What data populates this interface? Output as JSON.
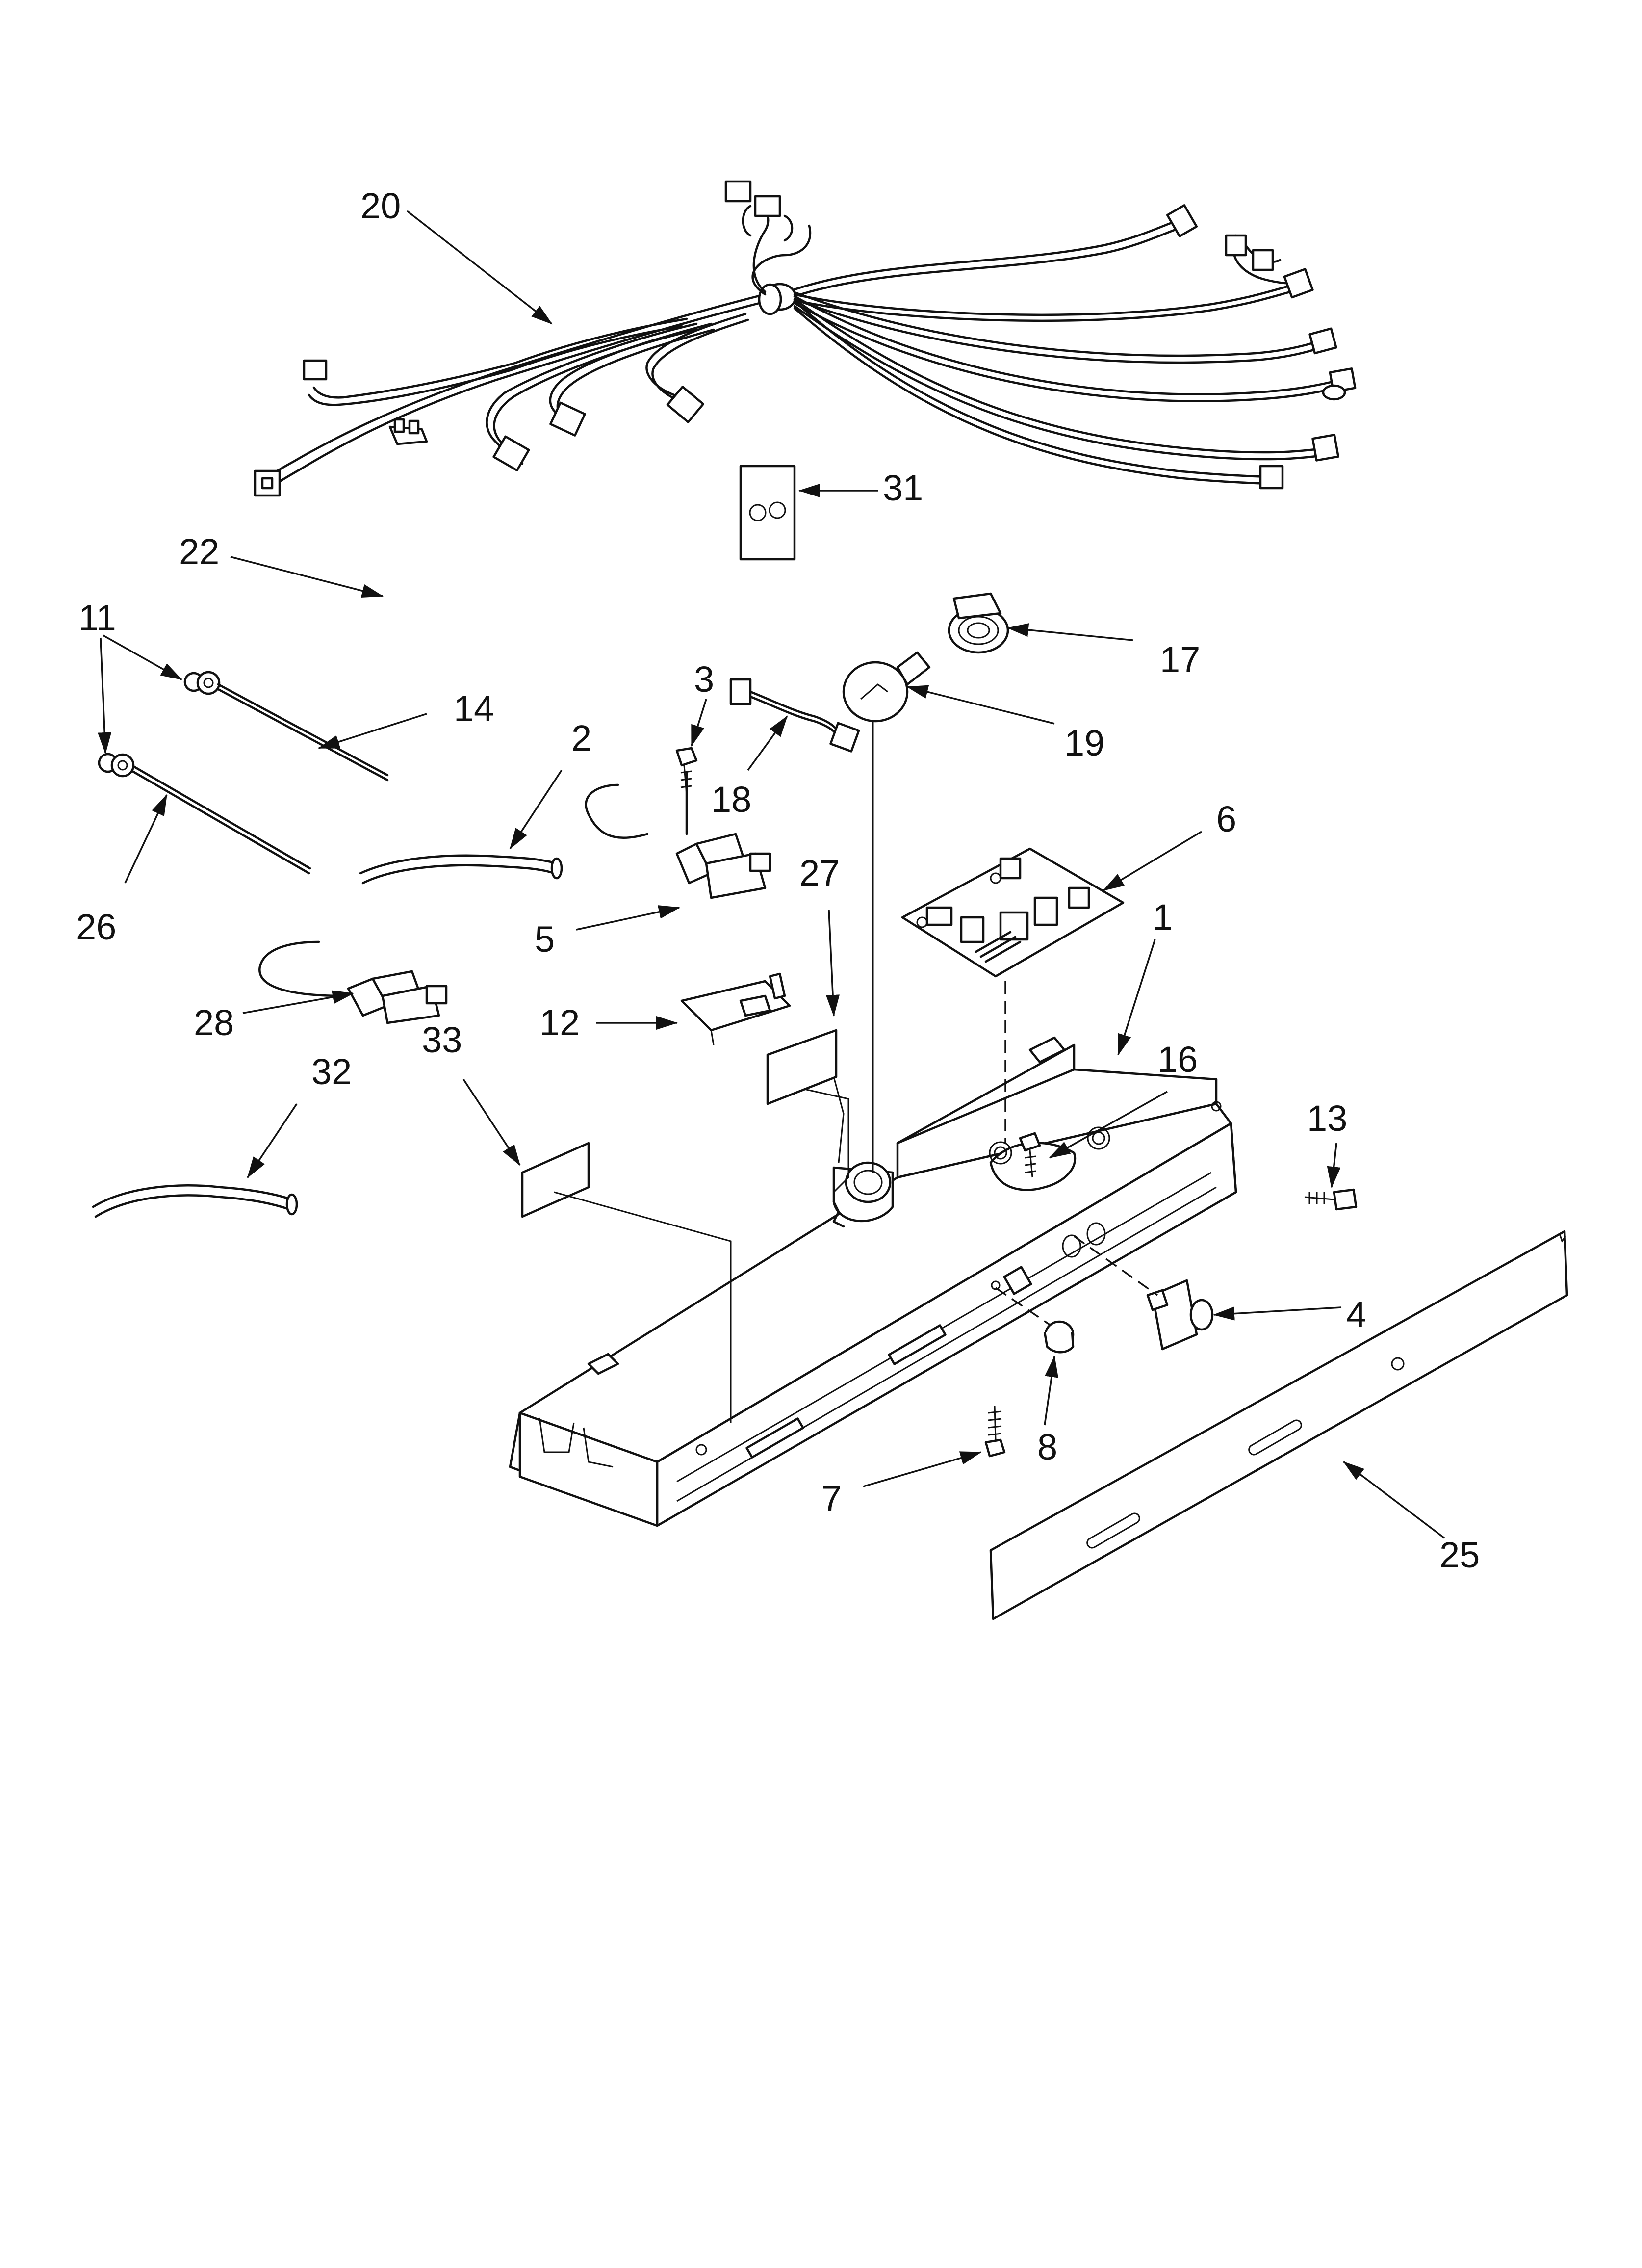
{
  "callouts": {
    "c1": "1",
    "c2": "2",
    "c3": "3",
    "c4": "4",
    "c5": "5",
    "c6": "6",
    "c7": "7",
    "c8": "8",
    "c11": "11",
    "c12": "12",
    "c13": "13",
    "c14": "14",
    "c16": "16",
    "c17": "17",
    "c18": "18",
    "c19": "19",
    "c20": "20",
    "c22": "22",
    "c25": "25",
    "c26": "26",
    "c27": "27",
    "c28": "28",
    "c31": "31",
    "c32": "32",
    "c33": "33"
  },
  "colors": {
    "ink": "#111111",
    "paper": "#ffffff"
  }
}
